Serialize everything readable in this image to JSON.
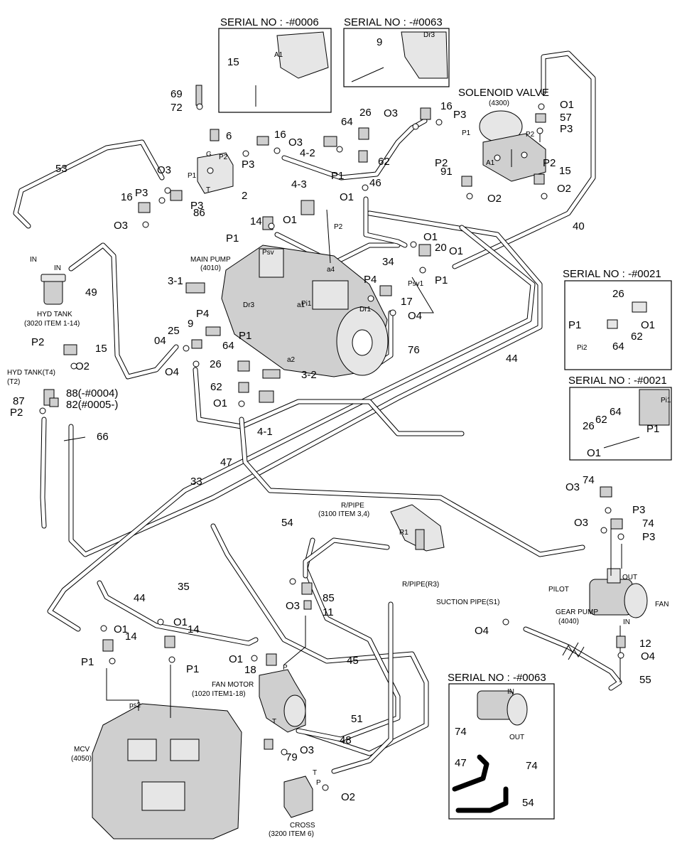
{
  "serial_boxes": [
    {
      "id": "sb1",
      "title": "SERIAL NO : -#0006",
      "items": [
        "15"
      ],
      "tags": [
        "A1"
      ]
    },
    {
      "id": "sb2",
      "title": "SERIAL NO : -#0063",
      "items": [
        "9"
      ],
      "tags": [
        "Dr3"
      ]
    },
    {
      "id": "sb3",
      "title": "SERIAL NO : -#0021",
      "items": [
        "26",
        "P1",
        "O1",
        "62",
        "64"
      ],
      "tags": [
        "Pi2"
      ]
    },
    {
      "id": "sb4",
      "title": "SERIAL NO : -#0021",
      "items": [
        "64",
        "26",
        "62",
        "P1",
        "O1"
      ],
      "tags": [
        "Pi1"
      ]
    },
    {
      "id": "sb5",
      "title": "SERIAL NO : -#0063",
      "items": [
        "74",
        "47",
        "74",
        "54"
      ],
      "tags": [
        "IN",
        "OUT"
      ]
    }
  ],
  "components": {
    "solenoid_valve": {
      "name": "SOLENOID VALVE",
      "code": "(4300)"
    },
    "main_pump": {
      "name": "MAIN PUMP",
      "code": "(4010)"
    },
    "hyd_tank": {
      "name": "HYD TANK",
      "code": "(3020 ITEM 1-14)"
    },
    "hyd_tank_t4": {
      "name": "HYD TANK(T4)",
      "code": "(T2)"
    },
    "r_pipe": {
      "name": "R/PIPE",
      "code": "(3100 ITEM 3,4)"
    },
    "r_pipe_r3": {
      "name": "R/PIPE(R3)"
    },
    "suction_pipe": {
      "name": "SUCTION PIPE(S1)"
    },
    "gear_pump": {
      "name": "GEAR PUMP",
      "code": "(4040)",
      "pilot": "PILOT",
      "fan": "FAN",
      "out": "OUT",
      "in": "IN"
    },
    "fan_motor": {
      "name": "FAN MOTOR",
      "code": "(1020 ITEM1-18)"
    },
    "mcv": {
      "name": "MCV",
      "code": "(4050)"
    },
    "cross": {
      "name": "CROSS",
      "code": "(3200 ITEM 6)"
    }
  },
  "callouts": {
    "c69": "69",
    "c72": "72",
    "c6": "6",
    "c2": "2",
    "c16a": "16",
    "c16b": "16",
    "c16c": "16",
    "c86": "86",
    "c53": "53",
    "c49": "49",
    "c15a": "15",
    "c15b": "15",
    "c87": "87",
    "c88": "88(-#0004)",
    "c82": "82(#0005-)",
    "c66": "66",
    "c14a": "14",
    "c14b": "14",
    "c14c": "14",
    "c43": "4-3",
    "c42": "4-2",
    "c41": "4-1",
    "c31": "3-1",
    "c32": "3-2",
    "c9": "9",
    "c25": "25",
    "c04a": "04",
    "c64a": "64",
    "c64b": "64",
    "c26a": "26",
    "c26b": "26",
    "c62a": "62",
    "c62b": "62",
    "c46": "46",
    "c91": "91",
    "c57": "57",
    "c40": "40",
    "c34": "34",
    "c20": "20",
    "c17": "17",
    "c76": "76",
    "c44a": "44",
    "c44b": "44",
    "c47": "47",
    "c33": "33",
    "c54": "54",
    "c35": "35",
    "c85": "85",
    "c11": "11",
    "c18": "18",
    "c45": "45",
    "c51": "51",
    "c48": "48",
    "c79": "79",
    "c74a": "74",
    "c74b": "74",
    "c12": "12",
    "c55": "55"
  },
  "ports": {
    "P1": "P1",
    "P2": "P2",
    "P3": "P3",
    "P4": "P4",
    "O1": "O1",
    "O2": "O2",
    "O3": "O3",
    "O4": "O4",
    "IN": "IN",
    "T": "T",
    "G": "G",
    "P": "P",
    "A1": "A1",
    "Psv": "Psv",
    "Psv1": "Psv1",
    "Dr1": "Dr1",
    "Dr3": "Dr3",
    "a1": "a1",
    "a2": "a2",
    "a4": "a4",
    "Pi1": "Pi1",
    "R1": "R1",
    "ps2": "ps2"
  }
}
